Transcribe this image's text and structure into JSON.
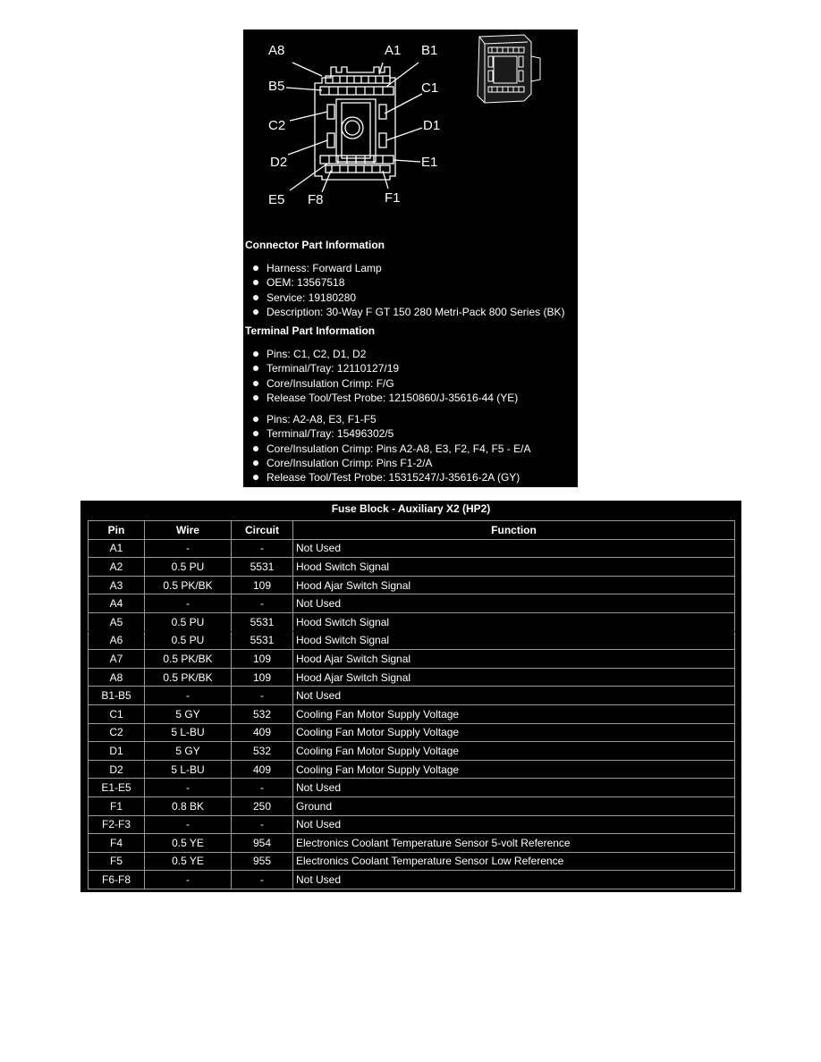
{
  "diagram": {
    "pin_labels": [
      "A8",
      "A1",
      "B1",
      "B5",
      "C1",
      "C2",
      "D1",
      "D2",
      "E1",
      "E5",
      "F8",
      "F1"
    ]
  },
  "connector_info": {
    "title": "Connector Part Information",
    "items": [
      "Harness: Forward Lamp",
      "OEM: 13567518",
      "Service: 19180280",
      "Description: 30-Way F GT 150 280 Metri-Pack 800 Series (BK)"
    ]
  },
  "terminal_info": {
    "title": "Terminal Part Information",
    "group1": [
      "Pins: C1, C2, D1, D2",
      "Terminal/Tray: 12110127/19",
      "Core/Insulation Crimp: F/G",
      "Release Tool/Test Probe: 12150860/J-35616-44 (YE)"
    ],
    "group2": [
      "Pins: A2-A8, E3, F1-F5",
      "Terminal/Tray: 15496302/5",
      "Core/Insulation Crimp: Pins A2-A8, E3, F2, F4, F5 - E/A",
      "Core/Insulation Crimp: Pins F1-2/A",
      "Release Tool/Test Probe: 15315247/J-35616-2A (GY)"
    ]
  },
  "table": {
    "title": "Fuse Block - Auxiliary X2 (HP2)",
    "headers": [
      "Pin",
      "Wire",
      "Circuit",
      "Function"
    ],
    "rows": [
      [
        "A1",
        "-",
        "-",
        "Not Used"
      ],
      [
        "A2",
        "0.5 PU",
        "5531",
        "Hood Switch Signal"
      ],
      [
        "A3",
        "0.5 PK/BK",
        "109",
        "Hood Ajar Switch Signal"
      ],
      [
        "A4",
        "-",
        "-",
        "Not Used"
      ],
      [
        "A5",
        "0.5 PU",
        "5531",
        "Hood Switch Signal"
      ],
      [
        "A6",
        "0.5 PU",
        "5531",
        "Hood Switch Signal"
      ],
      [
        "A7",
        "0.5 PK/BK",
        "109",
        "Hood Ajar Switch Signal"
      ],
      [
        "A8",
        "0.5 PK/BK",
        "109",
        "Hood Ajar Switch Signal"
      ],
      [
        "B1-B5",
        "-",
        "-",
        "Not Used"
      ],
      [
        "C1",
        "5 GY",
        "532",
        "Cooling Fan Motor Supply Voltage"
      ],
      [
        "C2",
        "5 L-BU",
        "409",
        "Cooling Fan Motor Supply Voltage"
      ],
      [
        "D1",
        "5 GY",
        "532",
        "Cooling Fan Motor Supply Voltage"
      ],
      [
        "D2",
        "5 L-BU",
        "409",
        "Cooling Fan Motor Supply Voltage"
      ],
      [
        "E1-E5",
        "-",
        "-",
        "Not Used"
      ],
      [
        "F1",
        "0.8 BK",
        "250",
        "Ground"
      ],
      [
        "F2-F3",
        "-",
        "-",
        "Not Used"
      ],
      [
        "F4",
        "0.5 YE",
        "954",
        "Electronics Coolant Temperature Sensor 5-volt Reference"
      ],
      [
        "F5",
        "0.5 YE",
        "955",
        "Electronics Coolant Temperature Sensor Low Reference"
      ],
      [
        "F6-F8",
        "-",
        "-",
        "Not Used"
      ]
    ]
  }
}
